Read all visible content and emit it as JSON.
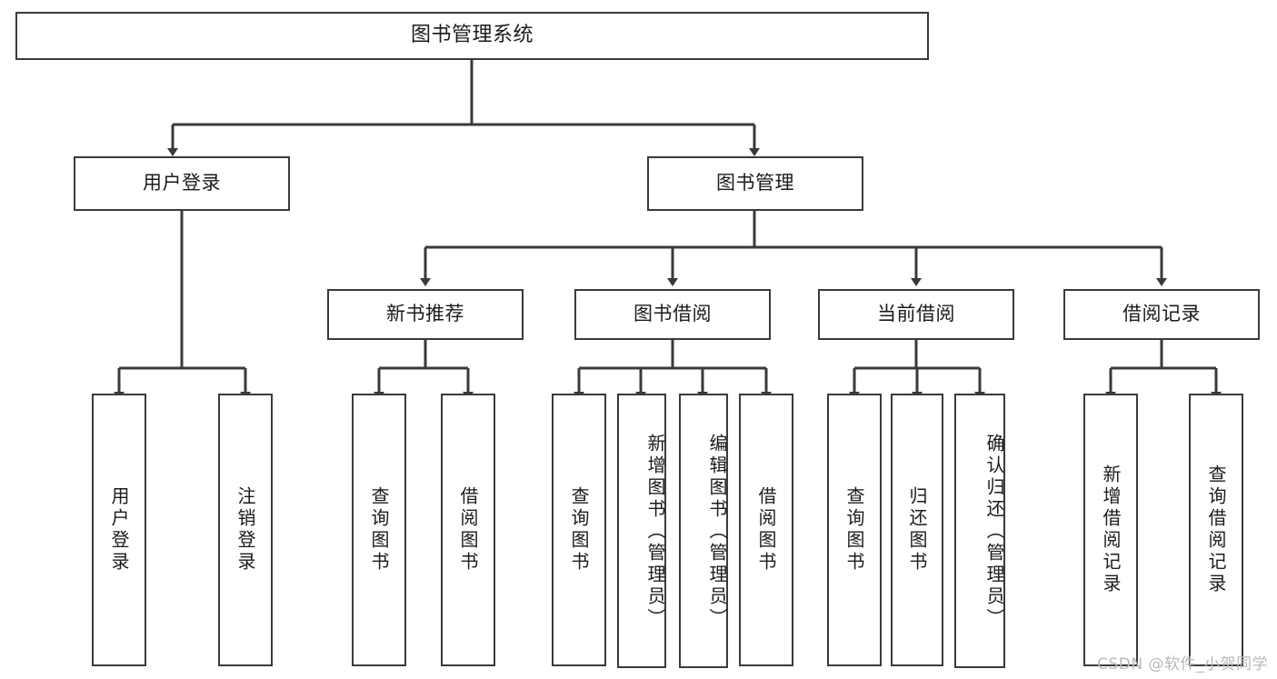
{
  "diagram": {
    "title": "图书管理系统",
    "watermark": "CSDN @软件_小贺同学",
    "line_color": "#3a3a3a",
    "box_fill": "#ffffff",
    "text_color": "#1b1b1b",
    "nodes": {
      "root": {
        "label": "图书管理系统"
      },
      "level2": [
        {
          "label": "用户登录"
        },
        {
          "label": "图书管理"
        }
      ],
      "level3": [
        {
          "label": "新书推荐"
        },
        {
          "label": "图书借阅"
        },
        {
          "label": "当前借阅"
        },
        {
          "label": "借阅记录"
        }
      ],
      "leaves": {
        "user_login": [
          {
            "label": "用户登录"
          },
          {
            "label": "注销登录"
          }
        ],
        "new_book": [
          {
            "label": "查询图书"
          },
          {
            "label": "借阅图书"
          }
        ],
        "book_borrow": [
          {
            "label": "查询图书"
          },
          {
            "label": "新增图书（管理员）"
          },
          {
            "label": "编辑图书（管理员）"
          },
          {
            "label": "借阅图书"
          }
        ],
        "current_borrow": [
          {
            "label": "查询图书"
          },
          {
            "label": "归还图书"
          },
          {
            "label": "确认归还（管理员）"
          }
        ],
        "borrow_record": [
          {
            "label": "新增借阅记录"
          },
          {
            "label": "查询借阅记录"
          }
        ]
      }
    }
  }
}
